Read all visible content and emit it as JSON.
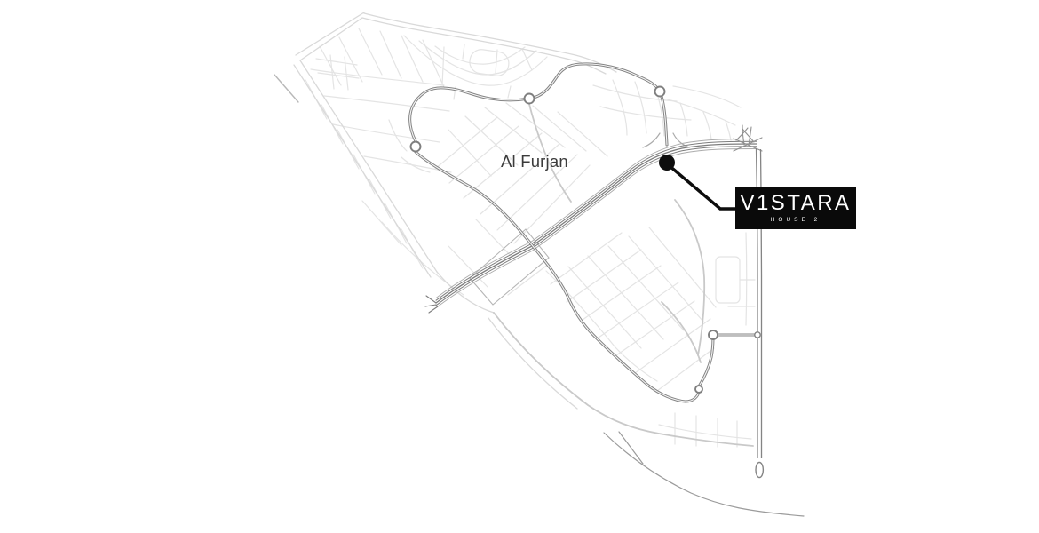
{
  "map": {
    "area_label": "Al Furjan",
    "background_color": "#ffffff",
    "marker_color": "#0d0d0d",
    "road_color_primary": "#848484",
    "road_color_highway": "#7e7e7e",
    "road_color_secondary": "#c9c9c9",
    "road_color_minor": "#e4e4e4",
    "road_color_boundary": "#d9d9d9",
    "roundabout_fill": "#ffffff"
  },
  "badge": {
    "title": "V1STARA",
    "subtitle": "HOUSE 2",
    "background_color": "#0a0a0a",
    "text_color": "#ffffff"
  }
}
